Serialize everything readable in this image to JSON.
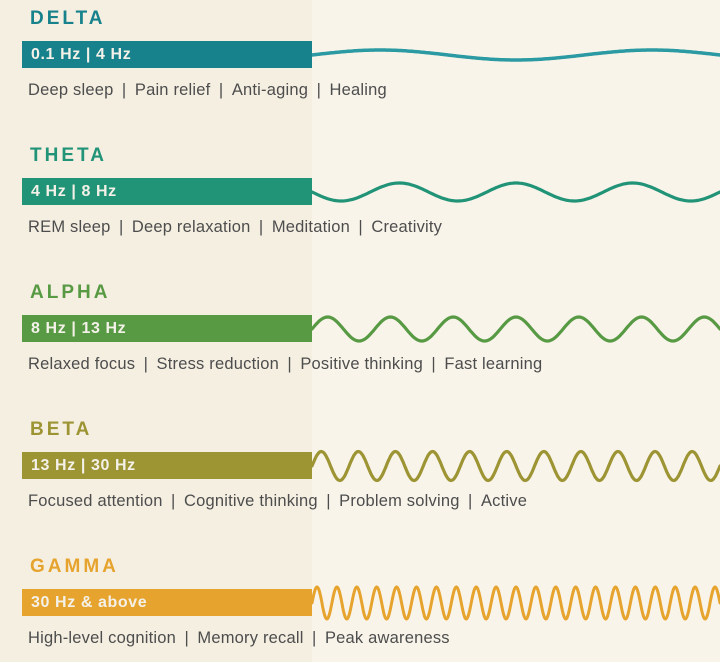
{
  "background_color": "#f5efe2",
  "sections": [
    {
      "title": "DELTA",
      "freq": "0.1 Hz | 4 Hz",
      "traits": [
        "Deep sleep",
        "Pain relief",
        "Anti-aging",
        "Healing"
      ],
      "color": "#17818c",
      "wave": {
        "cycles": 1.5,
        "amp": 5,
        "stroke": 3.5,
        "phase": 0,
        "color": "#2b9aa2"
      }
    },
    {
      "title": "THETA",
      "freq": "4 Hz | 8 Hz",
      "traits": [
        "REM sleep",
        "Deep relaxation",
        "Meditation",
        "Creativity"
      ],
      "color": "#219377",
      "wave": {
        "cycles": 3.5,
        "amp": 9,
        "stroke": 3.2,
        "phase": 0.5
      }
    },
    {
      "title": "ALPHA",
      "freq": "8 Hz | 13 Hz",
      "traits": [
        "Relaxed focus",
        "Stress reduction",
        "Positive thinking",
        "Fast learning"
      ],
      "color": "#579a43",
      "wave": {
        "cycles": 6.5,
        "amp": 12,
        "stroke": 3.2,
        "phase": 0
      }
    },
    {
      "title": "BETA",
      "freq": "13 Hz | 30 Hz",
      "traits": [
        "Focused attention",
        "Cognitive thinking",
        "Problem solving",
        "Active"
      ],
      "color": "#9d9434",
      "wave": {
        "cycles": 11,
        "amp": 14.5,
        "stroke": 3.2,
        "phase": 0
      }
    },
    {
      "title": "GAMMA",
      "freq": "30 Hz & above",
      "traits": [
        "High-level cognition",
        "Memory recall",
        "Peak awareness"
      ],
      "color": "#e6a32e",
      "wave": {
        "cycles": 20.5,
        "amp": 16,
        "stroke": 3,
        "phase": 0
      }
    }
  ]
}
